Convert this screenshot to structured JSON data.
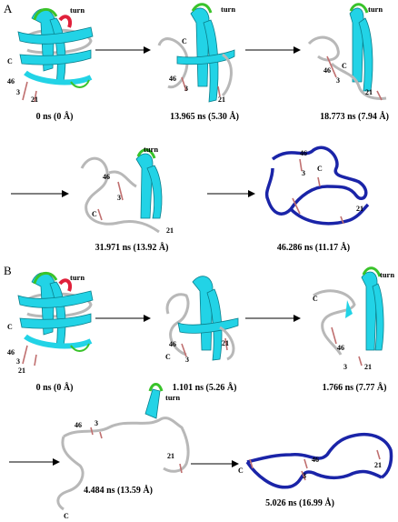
{
  "figure": {
    "panels": [
      {
        "label": "A",
        "snapshots": [
          {
            "caption": "0 ns (0 Å)",
            "residues": [
              "turn",
              "C",
              "46",
              "3",
              "21"
            ]
          },
          {
            "caption": "13.965 ns (5.30 Å)",
            "residues": [
              "turn",
              "C",
              "46",
              "3",
              "21"
            ]
          },
          {
            "caption": "18.773 ns (7.94 Å)",
            "residues": [
              "turn",
              "C",
              "46",
              "3",
              "21"
            ]
          },
          {
            "caption": "31.971 ns (13.92 Å)",
            "residues": [
              "turn",
              "46",
              "3",
              "C",
              "21"
            ]
          },
          {
            "caption": "46.286 ns (11.17 Å)",
            "residues": [
              "46",
              "3",
              "C",
              "21"
            ]
          }
        ]
      },
      {
        "label": "B",
        "snapshots": [
          {
            "caption": "0 ns (0 Å)",
            "residues": [
              "turn",
              "C",
              "46",
              "3",
              "21"
            ]
          },
          {
            "caption": "1.101 ns (5.26 Å)",
            "residues": [
              "46",
              "21",
              "C",
              "3"
            ]
          },
          {
            "caption": "1.766 ns (7.77 Å)",
            "residues": [
              "turn",
              "C",
              "46",
              "3",
              "21"
            ]
          },
          {
            "caption": "4.484 ns (13.59 Å)",
            "residues": [
              "turn",
              "46",
              "3",
              "21",
              "C"
            ]
          },
          {
            "caption": "5.026 ns (16.99 Å)",
            "residues": [
              "C",
              "46",
              "3",
              "21"
            ]
          }
        ]
      }
    ],
    "colors": {
      "sheet": "#22d3e6",
      "coil": "#b8b8b8",
      "turn": "#39c32a",
      "helix": "#e0203a",
      "unfolded": "#1a24a8",
      "sidechain": "#c07070"
    }
  }
}
